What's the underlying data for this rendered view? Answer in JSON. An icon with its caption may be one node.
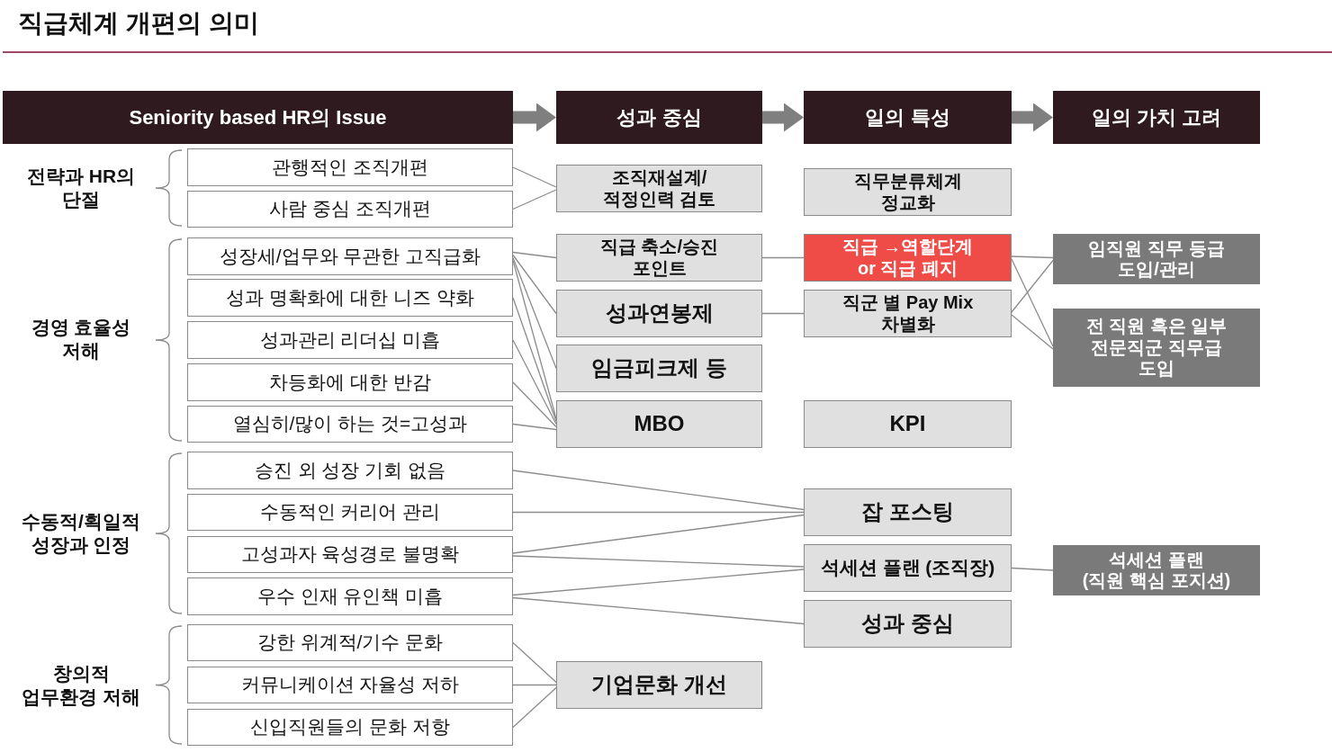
{
  "diagram": {
    "title": "직급체계 개편의 의미",
    "nodes": [
      {
        "text": [
          "Seniority based HR의 Issue"
        ]
      },
      {
        "text": [
          "성과 중심"
        ]
      },
      {
        "text": [
          "일의 특성"
        ]
      },
      {
        "text": [
          "일의 가치 고려"
        ]
      },
      {
        "text": [
          "관행적인 조직개편"
        ]
      },
      {
        "text": [
          "사람 중심 조직개편"
        ]
      },
      {
        "text": [
          "성장세/업무와 무관한 고직급화"
        ]
      },
      {
        "text": [
          "성과 명확화에 대한 니즈 약화"
        ]
      },
      {
        "text": [
          "성과관리 리더십 미흡"
        ]
      },
      {
        "text": [
          "차등화에 대한 반감"
        ]
      },
      {
        "text": [
          "열심히/많이 하는 것=고성과"
        ]
      },
      {
        "text": [
          "승진 외 성장 기회 없음"
        ]
      },
      {
        "text": [
          "수동적인 커리어 관리"
        ]
      },
      {
        "text": [
          "고성과자 육성경로 불명확"
        ]
      },
      {
        "text": [
          "우수 인재 유인책 미흡"
        ]
      },
      {
        "text": [
          "강한 위계적/기수 문화"
        ]
      },
      {
        "text": [
          "커뮤니케이션 자율성 저하"
        ]
      },
      {
        "text": [
          "신입직원들의 문화 저항"
        ]
      },
      {
        "text": [
          "조직재설계/ 적정인력 검토"
        ]
      },
      {
        "text": [
          "직급 축소/승진 포인트"
        ]
      },
      {
        "text": [
          "성과연봉제"
        ]
      },
      {
        "text": [
          "임금피크제 등"
        ]
      },
      {
        "text": [
          "MBO"
        ]
      },
      {
        "text": [
          "기업문화 개선"
        ]
      },
      {
        "text": [
          "직무분류체계 정교화"
        ]
      },
      {
        "text": [
          "직급 →역할단계 or 직급 폐지"
        ]
      },
      {
        "text": [
          "직군 별 Pay Mix 차별화"
        ]
      },
      {
        "text": [
          "KPI"
        ]
      },
      {
        "text": [
          "잡 포스팅"
        ]
      },
      {
        "text": [
          "석세션 플랜 (조직장)"
        ]
      },
      {
        "text": [
          "성과 중심"
        ]
      },
      {
        "text": [
          "임직원 직무 등급 도입/관리"
        ]
      },
      {
        "text": [
          "전 직원 혹은 일부 전문직군 직무급 도입"
        ]
      },
      {
        "text": [
          "석세션 플랜 (직원 핵심 포지션)"
        ]
      }
    ],
    "edges": [
      {
        "from": 0,
        "to": 1,
        "arrow": "to",
        "style": "thick"
      },
      {
        "from": 1,
        "to": 2,
        "arrow": "to",
        "style": "thick"
      },
      {
        "from": 2,
        "to": 3,
        "arrow": "to",
        "style": "thick"
      },
      {
        "from": 4,
        "to": 18,
        "arrow": "none"
      },
      {
        "from": 5,
        "to": 18,
        "arrow": "none"
      },
      {
        "from": 6,
        "to": 19,
        "arrow": "none"
      },
      {
        "from": 6,
        "to": 20,
        "arrow": "none"
      },
      {
        "from": 6,
        "to": 21,
        "arrow": "none"
      },
      {
        "from": 6,
        "to": 22,
        "arrow": "none"
      },
      {
        "from": 7,
        "to": 22,
        "arrow": "none"
      },
      {
        "from": 8,
        "to": 22,
        "arrow": "none"
      },
      {
        "from": 9,
        "to": 22,
        "arrow": "none"
      },
      {
        "from": 10,
        "to": 22,
        "arrow": "none"
      },
      {
        "from": 11,
        "to": 28,
        "arrow": "none"
      },
      {
        "from": 12,
        "to": 28,
        "arrow": "none"
      },
      {
        "from": 13,
        "to": 28,
        "arrow": "none"
      },
      {
        "from": 13,
        "to": 29,
        "arrow": "none"
      },
      {
        "from": 14,
        "to": 29,
        "arrow": "none"
      },
      {
        "from": 14,
        "to": 30,
        "arrow": "none"
      },
      {
        "from": 15,
        "to": 23,
        "arrow": "none"
      },
      {
        "from": 16,
        "to": 23,
        "arrow": "none"
      },
      {
        "from": 17,
        "to": 23,
        "arrow": "none"
      },
      {
        "from": 19,
        "to": 25,
        "arrow": "none"
      },
      {
        "from": 20,
        "to": 26,
        "arrow": "none"
      },
      {
        "from": 25,
        "to": 31,
        "arrow": "none"
      },
      {
        "from": 25,
        "to": 32,
        "arrow": "none"
      },
      {
        "from": 26,
        "to": 31,
        "arrow": "none"
      },
      {
        "from": 26,
        "to": 32,
        "arrow": "none"
      },
      {
        "from": 29,
        "to": 33,
        "arrow": "none"
      }
    ],
    "labels": [
      "전략과 HR의 단절",
      "경영 효율성 저해",
      "수동적/획일적 성장과 인정",
      "창의적 업무환경 저해"
    ]
  }
}
